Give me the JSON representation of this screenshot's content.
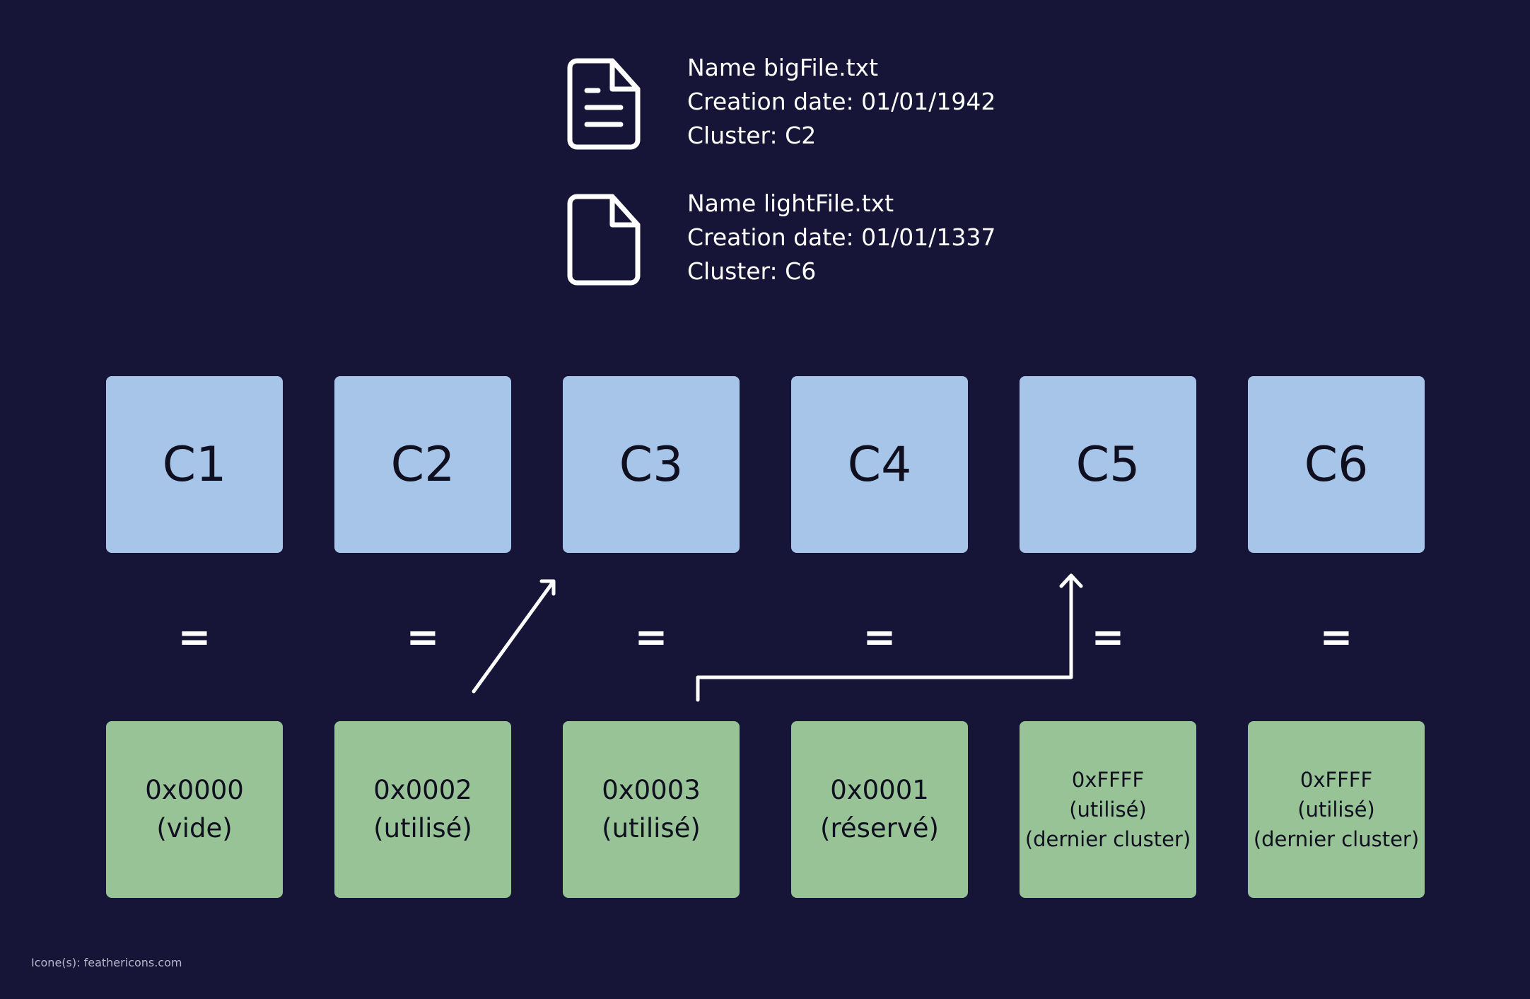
{
  "files": [
    {
      "icon": "file-text-icon",
      "name_line": "Name  bigFile.txt",
      "date_line": "Creation date: 01/01/1942",
      "cluster_line": "Cluster: C2"
    },
    {
      "icon": "file-icon",
      "name_line": "Name  lightFile.txt",
      "date_line": "Creation date: 01/01/1337",
      "cluster_line": "Cluster: C6"
    }
  ],
  "clusters": [
    "C1",
    "C2",
    "C3",
    "C4",
    "C5",
    "C6"
  ],
  "equals_sign": "=",
  "fat_entries": [
    {
      "value": "0x0000",
      "status": "(vide)"
    },
    {
      "value": "0x0002",
      "status": "(utilisé)"
    },
    {
      "value": "0x0003",
      "status": "(utilisé)"
    },
    {
      "value": "0x0001",
      "status": "(réservé)"
    },
    {
      "value": "0xFFFF",
      "status": "(utilisé)",
      "note": "(dernier cluster)"
    },
    {
      "value": "0xFFFF",
      "status": "(utilisé)",
      "note": "(dernier cluster)"
    }
  ],
  "links": [
    {
      "from": "0x0002",
      "to": "C3"
    },
    {
      "from": "0x0003",
      "to": "C5"
    }
  ],
  "credit": "Icone(s): feathericons.com",
  "colors": {
    "background": "#161537",
    "cluster_box": "#a7c5e8",
    "fat_box": "#97c396",
    "text_light": "#ffffff",
    "text_dark": "#0f0f1f"
  }
}
